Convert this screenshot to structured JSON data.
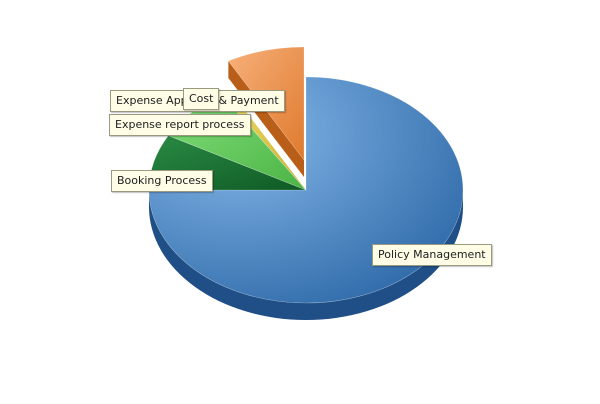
{
  "chart_data": {
    "type": "pie",
    "style": "3d-exploded",
    "title": "",
    "slices": [
      {
        "label": "Policy Management",
        "value": 75,
        "color": "#3a77b6"
      },
      {
        "label": "Booking Process",
        "value": 8,
        "color": "#1f7a3a"
      },
      {
        "label": "Expense report process",
        "value": 8,
        "color": "#5fc859"
      },
      {
        "label": "Expense Approval & Payment",
        "value": 1,
        "color": "#d8c24a"
      },
      {
        "label": "Cost",
        "value": 8,
        "color": "#e88a3c"
      }
    ]
  }
}
